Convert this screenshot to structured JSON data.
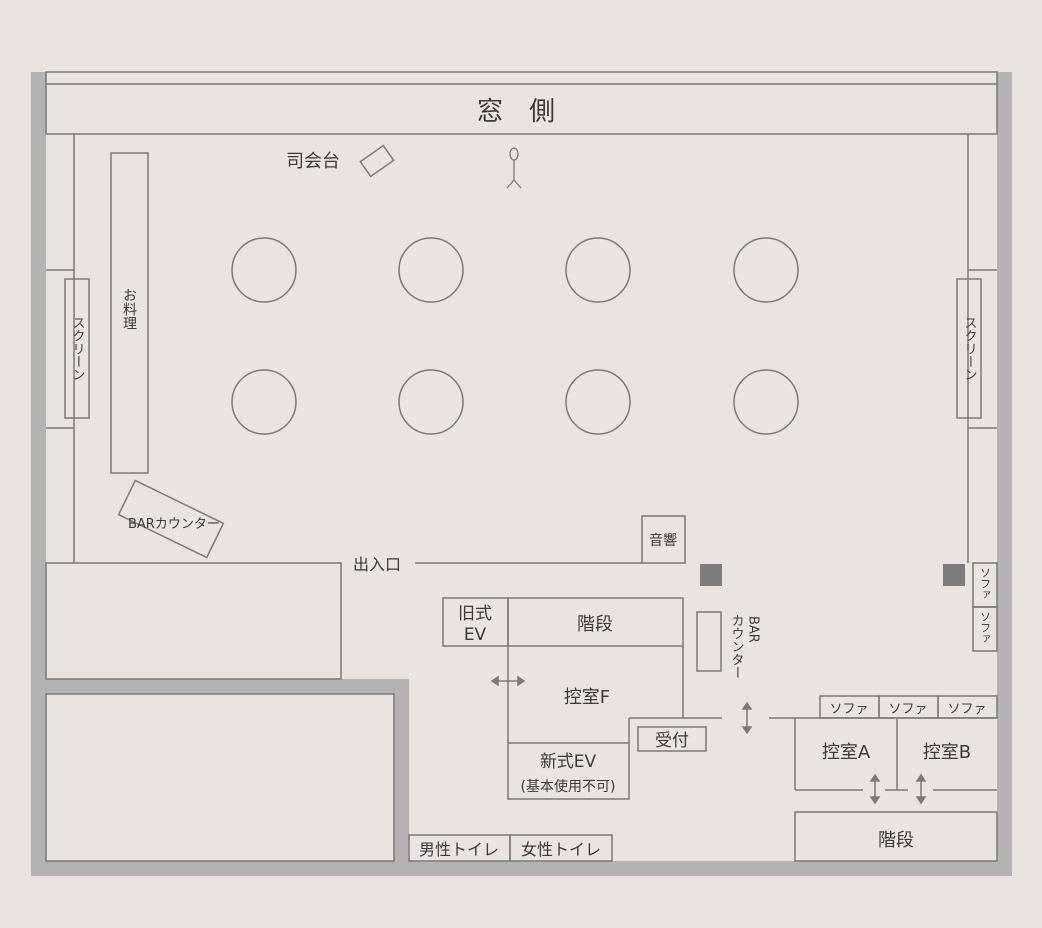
{
  "colors": {
    "background": "#e8e4de",
    "wall": "#b3b3b3",
    "line": "#7a7a7a",
    "pillar": "#7d7d7d",
    "text": "#3a3a3a"
  },
  "labels": {
    "window_side": "窓　側",
    "podium": "司会台",
    "food": "お料理",
    "screen_left": "スクリーン",
    "screen_right": "スクリーン",
    "bar_counter_left": "BARカウンター",
    "sound": "音響",
    "entrance": "出入口",
    "old_ev_line1": "旧式",
    "old_ev_line2": "EV",
    "stairs_center": "階段",
    "bar_counter_right_1": "BAR",
    "bar_counter_right_2": "カウンター",
    "waiting_room_f": "控室F",
    "new_ev_line1": "新式EV",
    "new_ev_line2": "(基本使用不可)",
    "reception": "受付",
    "waiting_room_a": "控室A",
    "waiting_room_b": "控室B",
    "stairs_right": "階段",
    "sofa_1": "ソファ",
    "sofa_2": "ソファ",
    "sofa_3": "ソファ",
    "sofa_side_1": "ソファ",
    "sofa_side_2": "ソファ",
    "mens_toilet": "男性トイレ",
    "womens_toilet": "女性トイレ"
  },
  "round_tables": {
    "count": 8,
    "rows": 2,
    "per_row": 4
  }
}
